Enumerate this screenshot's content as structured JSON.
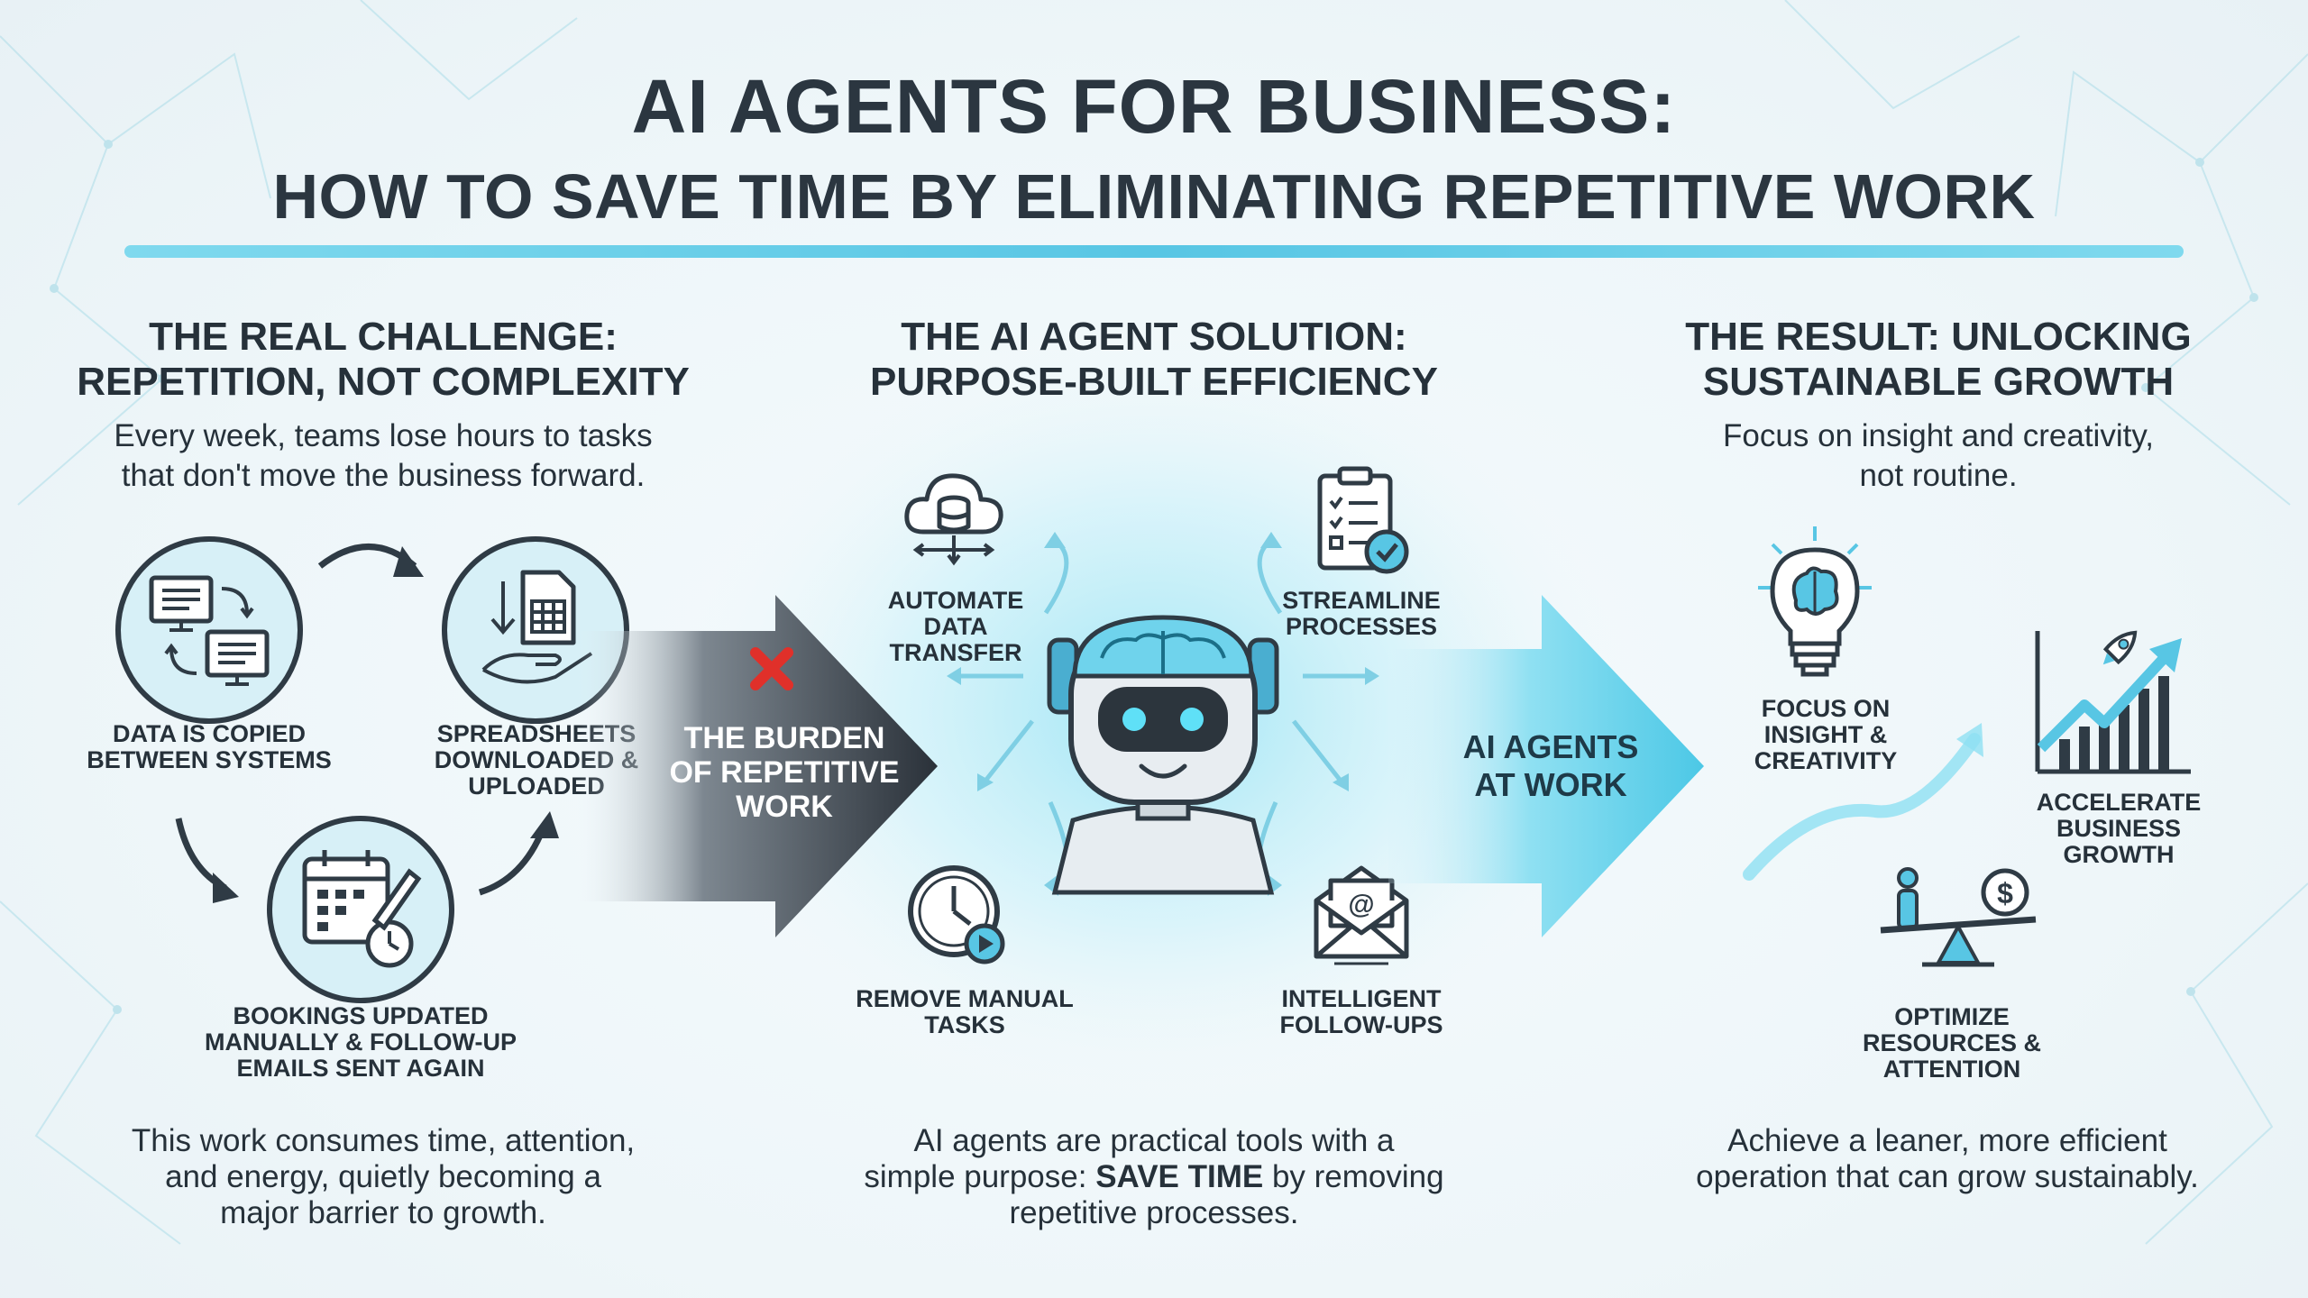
{
  "title": {
    "line1": "AI AGENTS FOR BUSINESS:",
    "line2": "HOW TO SAVE TIME BY ELIMINATING REPETITIVE WORK"
  },
  "challenge": {
    "heading1": "THE REAL CHALLENGE:",
    "heading2": "REPETITION, NOT COMPLEXITY",
    "sub1": "Every week, teams lose hours to tasks",
    "sub2": "that don't move the business forward.",
    "items": [
      {
        "label": "DATA IS COPIED BETWEEN SYSTEMS",
        "icon": "computers-sync-icon"
      },
      {
        "label": "SPREADSHEETS DOWNLOADED & UPLOADED",
        "icon": "spreadsheet-hand-icon"
      },
      {
        "label": "BOOKINGS UPDATED MANUALLY & FOLLOW-UP EMAILS SENT AGAIN",
        "icon": "calendar-pencil-icon"
      }
    ],
    "foot1": "This work consumes time, attention,",
    "foot2": "and energy, quietly becoming a",
    "foot3": "major barrier to growth."
  },
  "burden_arrow": {
    "line1": "THE BURDEN",
    "line2": "OF REPETITIVE",
    "line3": "WORK"
  },
  "solution": {
    "heading1": "THE AI AGENT SOLUTION:",
    "heading2": "PURPOSE-BUILT EFFICIENCY",
    "items": [
      {
        "label": "AUTOMATE DATA TRANSFER",
        "icon": "cloud-database-icon"
      },
      {
        "label": "STREAMLINE PROCESSES",
        "icon": "clipboard-check-icon"
      },
      {
        "label": "REMOVE MANUAL TASKS",
        "icon": "clock-play-icon"
      },
      {
        "label": "INTELLIGENT FOLLOW-UPS",
        "icon": "envelope-at-icon"
      }
    ],
    "foot1": "AI agents are practical tools with a",
    "foot2_pre": "simple purpose: ",
    "foot2_bold": "SAVE TIME",
    "foot2_post": " by removing",
    "foot3": "repetitive processes."
  },
  "agents_arrow": {
    "line1": "AI AGENTS",
    "line2": "AT WORK"
  },
  "result": {
    "heading1": "THE RESULT: UNLOCKING",
    "heading2": "SUSTAINABLE GROWTH",
    "sub1": "Focus on insight and creativity,",
    "sub2": "not routine.",
    "items": [
      {
        "label": "FOCUS ON INSIGHT & CREATIVITY",
        "icon": "lightbulb-brain-icon"
      },
      {
        "label": "ACCELERATE BUSINESS GROWTH",
        "icon": "rocket-chart-icon"
      },
      {
        "label": "OPTIMIZE RESOURCES & ATTENTION",
        "icon": "balance-scale-icon"
      }
    ],
    "foot1": "Achieve a leaner, more efficient",
    "foot2": "operation that can grow sustainably."
  },
  "colors": {
    "accent": "#58c6e4",
    "dark": "#2f3b45",
    "circle_fill": "#d7f0f7",
    "burden_red": "#e0302a"
  }
}
